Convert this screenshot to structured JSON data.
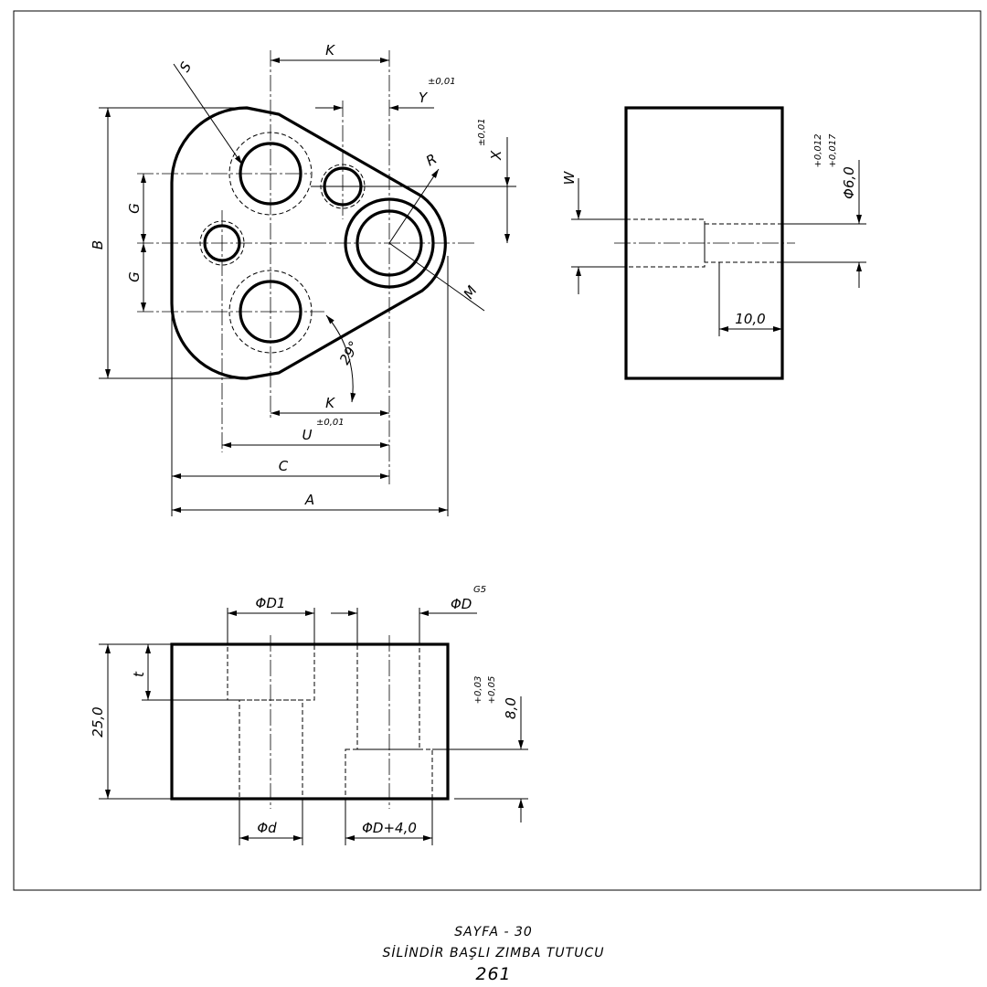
{
  "footer": {
    "page": "SAYFA - 30",
    "title": "SİLİNDİR BAŞLI ZIMBA TUTUCU",
    "number": "261"
  },
  "top_view": {
    "K_top": "K",
    "Y": "Y",
    "Y_tol": "±0,01",
    "S": "S",
    "X": "X",
    "X_tol": "±0,01",
    "R": "R",
    "M": "M",
    "B": "B",
    "G1": "G",
    "G2": "G",
    "angle": "29°",
    "K_bottom": "K",
    "U": "U",
    "U_tol": "±0,01",
    "C": "C",
    "A": "A"
  },
  "side_view": {
    "W": "W",
    "dia": "Φ6,0",
    "tol_upper": "+0,017",
    "tol_lower": "+0,012",
    "depth": "10,0"
  },
  "front_view": {
    "D1": "ΦD1",
    "D": "ΦD",
    "D_fit": "G5",
    "t": "t",
    "height": "25,0",
    "depth": "8,0",
    "depth_tol_upper": "+0,05",
    "depth_tol_lower": "+0,03",
    "d": "Φd",
    "counterbore": "ΦD+4,0"
  }
}
